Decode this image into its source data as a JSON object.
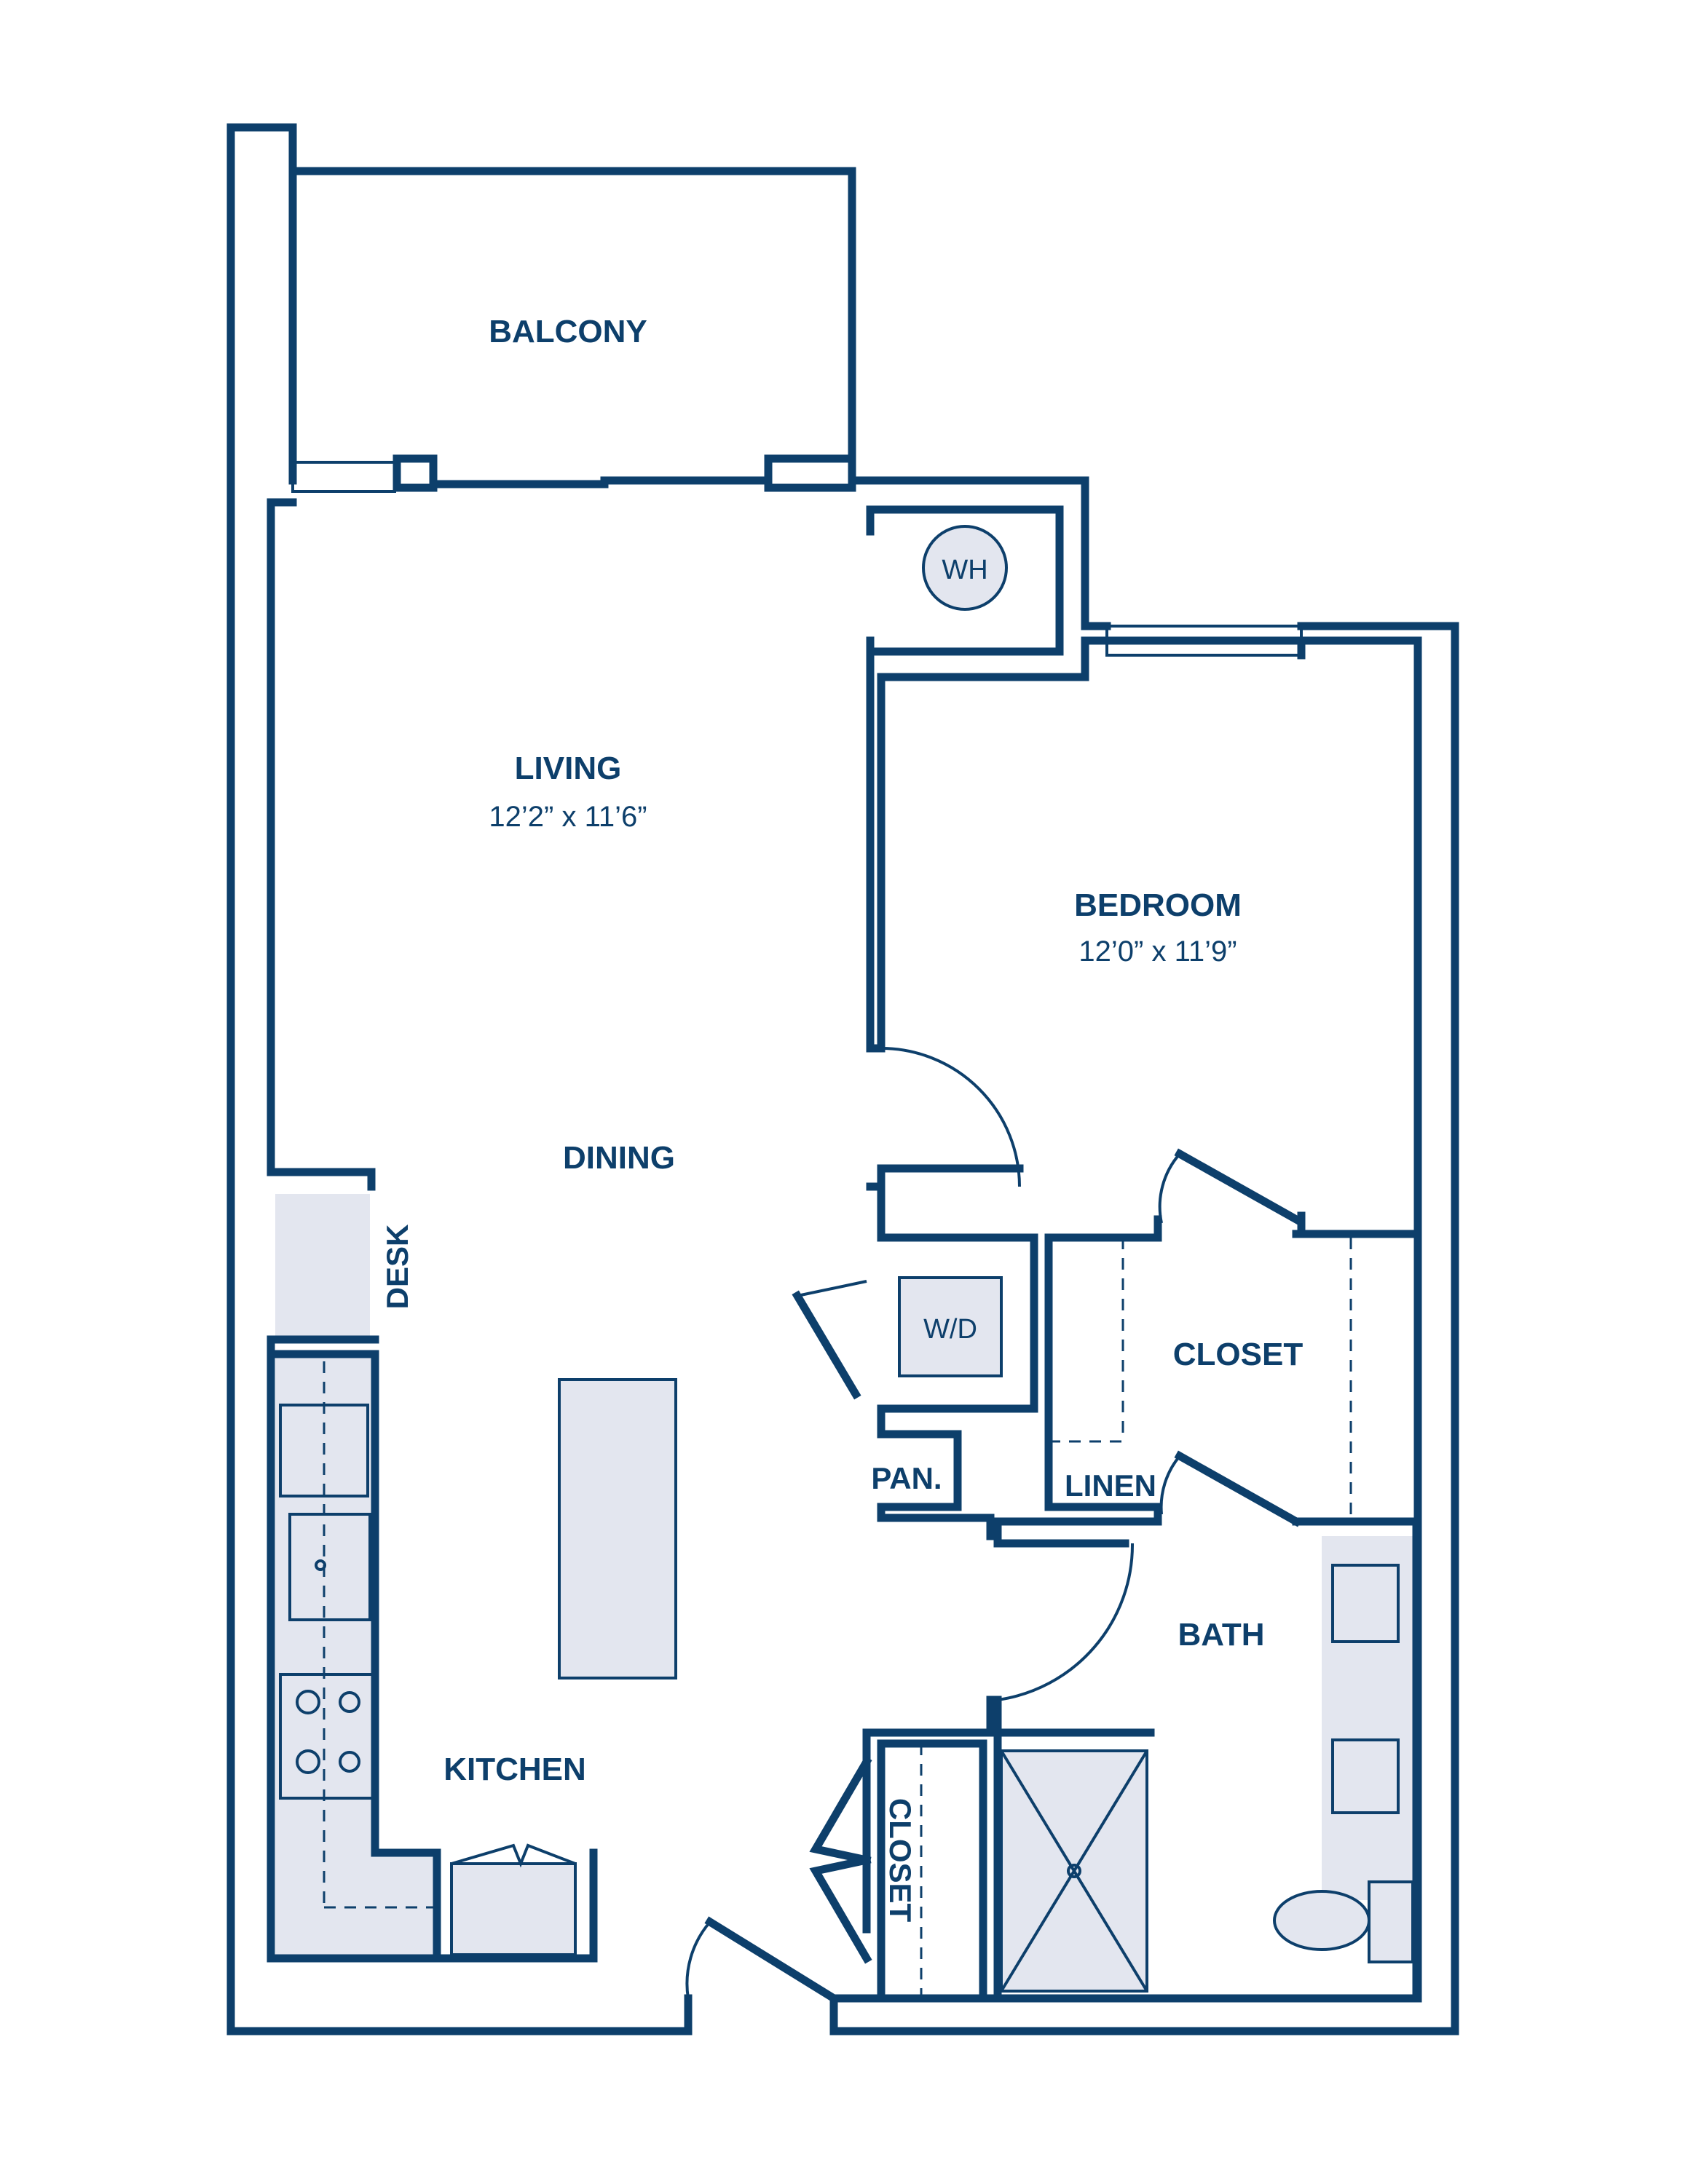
{
  "rooms": {
    "balcony": "BALCONY",
    "living": "LIVING",
    "living_dim": "12’2” x 11’6”",
    "bedroom": "BEDROOM",
    "bedroom_dim": "12’0” x 11’9”",
    "dining": "DINING",
    "desk": "DESK",
    "closet_main": "CLOSET",
    "linen": "LINEN",
    "pantry": "PAN.",
    "bath": "BATH",
    "kitchen": "KITCHEN",
    "closet_entry": "CLOSET"
  },
  "appliances": {
    "water_heater": "WH",
    "washer_dryer": "W/D"
  },
  "colors": {
    "wall": "#0d3f6b",
    "fixture_fill": "#e3e6ef",
    "background": "#ffffff"
  }
}
